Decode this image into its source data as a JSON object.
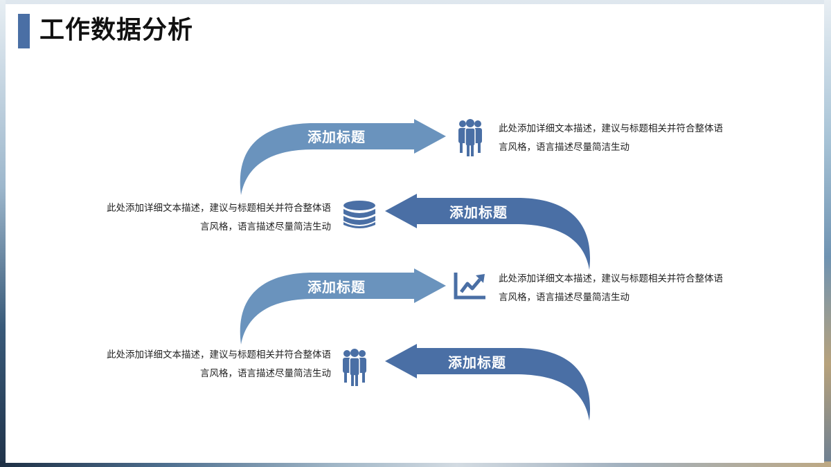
{
  "header": {
    "title": "工作数据分析",
    "accent_color": "#4a6fa5"
  },
  "colors": {
    "arrow_light": "#6a93bd",
    "arrow_dark": "#4a6fa5",
    "icon": "#4a6fa5"
  },
  "rows": [
    {
      "arrow_label": "添加标题",
      "icon": "people-icon",
      "description_line1": "此处添加详细文本描述，建议与标题相关并符合整体语",
      "description_line2": "言风格，语言描述尽量简洁生动"
    },
    {
      "arrow_label": "添加标题",
      "icon": "database-icon",
      "description_line1": "此处添加详细文本描述，建议与标题相关并符合整体语",
      "description_line2": "言风格，语言描述尽量简洁生动"
    },
    {
      "arrow_label": "添加标题",
      "icon": "trend-chart-icon",
      "description_line1": "此处添加详细文本描述，建议与标题相关并符合整体语",
      "description_line2": "言风格，语言描述尽量简洁生动"
    },
    {
      "arrow_label": "添加标题",
      "icon": "people-icon",
      "description_line1": "此处添加详细文本描述，建议与标题相关并符合整体语",
      "description_line2": "言风格，语言描述尽量简洁生动"
    }
  ]
}
